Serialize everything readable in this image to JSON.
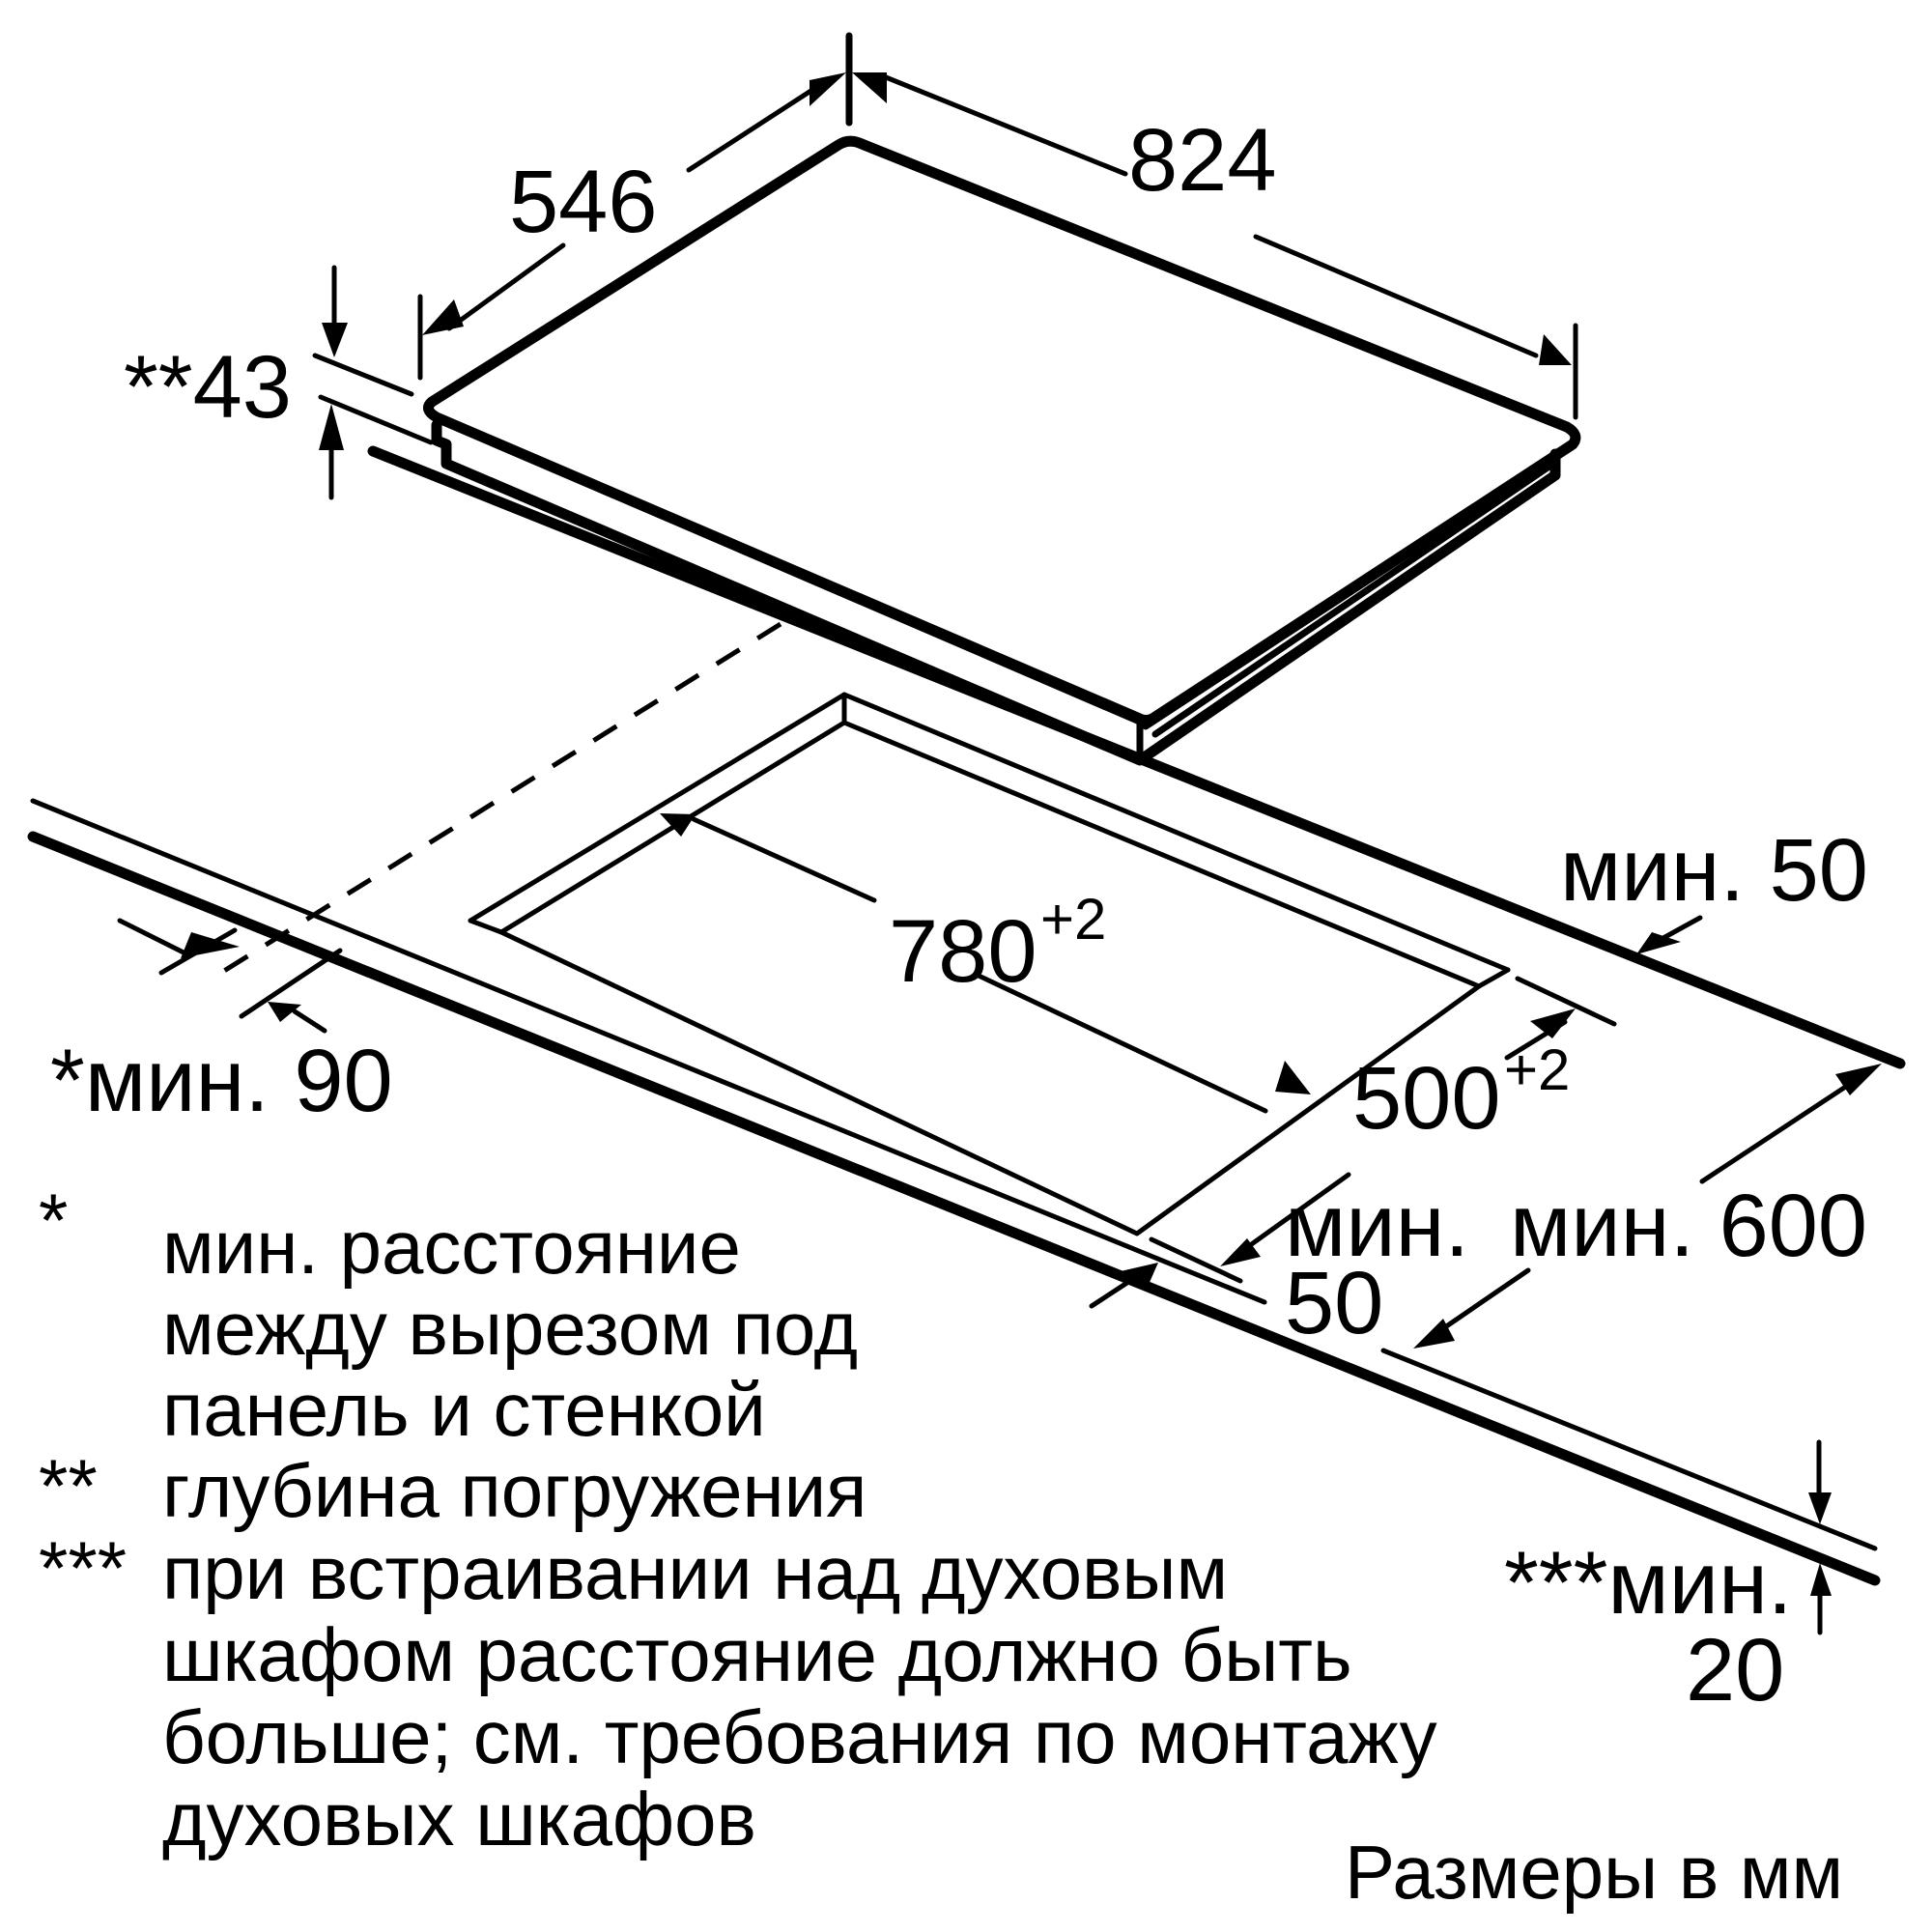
{
  "drawing": {
    "title": "Hob installation dimensions",
    "units_note": "Размеры в мм",
    "colors": {
      "line": "#000000",
      "background": "#ffffff"
    }
  },
  "dimensions": {
    "hob_depth": "546",
    "hob_width": "824",
    "hob_height_prefix": "**",
    "hob_height": "43",
    "cutout_width": "780",
    "cutout_width_tol": "+2",
    "cutout_depth": "500",
    "cutout_depth_tol": "+2",
    "back_clearance": "мин. 50",
    "wall_clearance_prefix": "*",
    "wall_clearance": "мин. 90",
    "front_clearance_line1": "мин.",
    "front_clearance_line2": "50",
    "worktop_depth": "мин. 600",
    "worktop_thickness_prefix": "***",
    "worktop_thickness_line1": "мин.",
    "worktop_thickness_line2": "20"
  },
  "notes": [
    {
      "marker": "*",
      "lines": [
        "мин. расстояние",
        "между вырезом под",
        "панель и стенкой"
      ]
    },
    {
      "marker": "**",
      "lines": [
        "глубина погружения"
      ]
    },
    {
      "marker": "***",
      "lines": [
        "при встраивании над духовым",
        "шкафом расстояние должно быть",
        "больше; см. требования по монтажу",
        "духовых шкафов"
      ]
    }
  ]
}
